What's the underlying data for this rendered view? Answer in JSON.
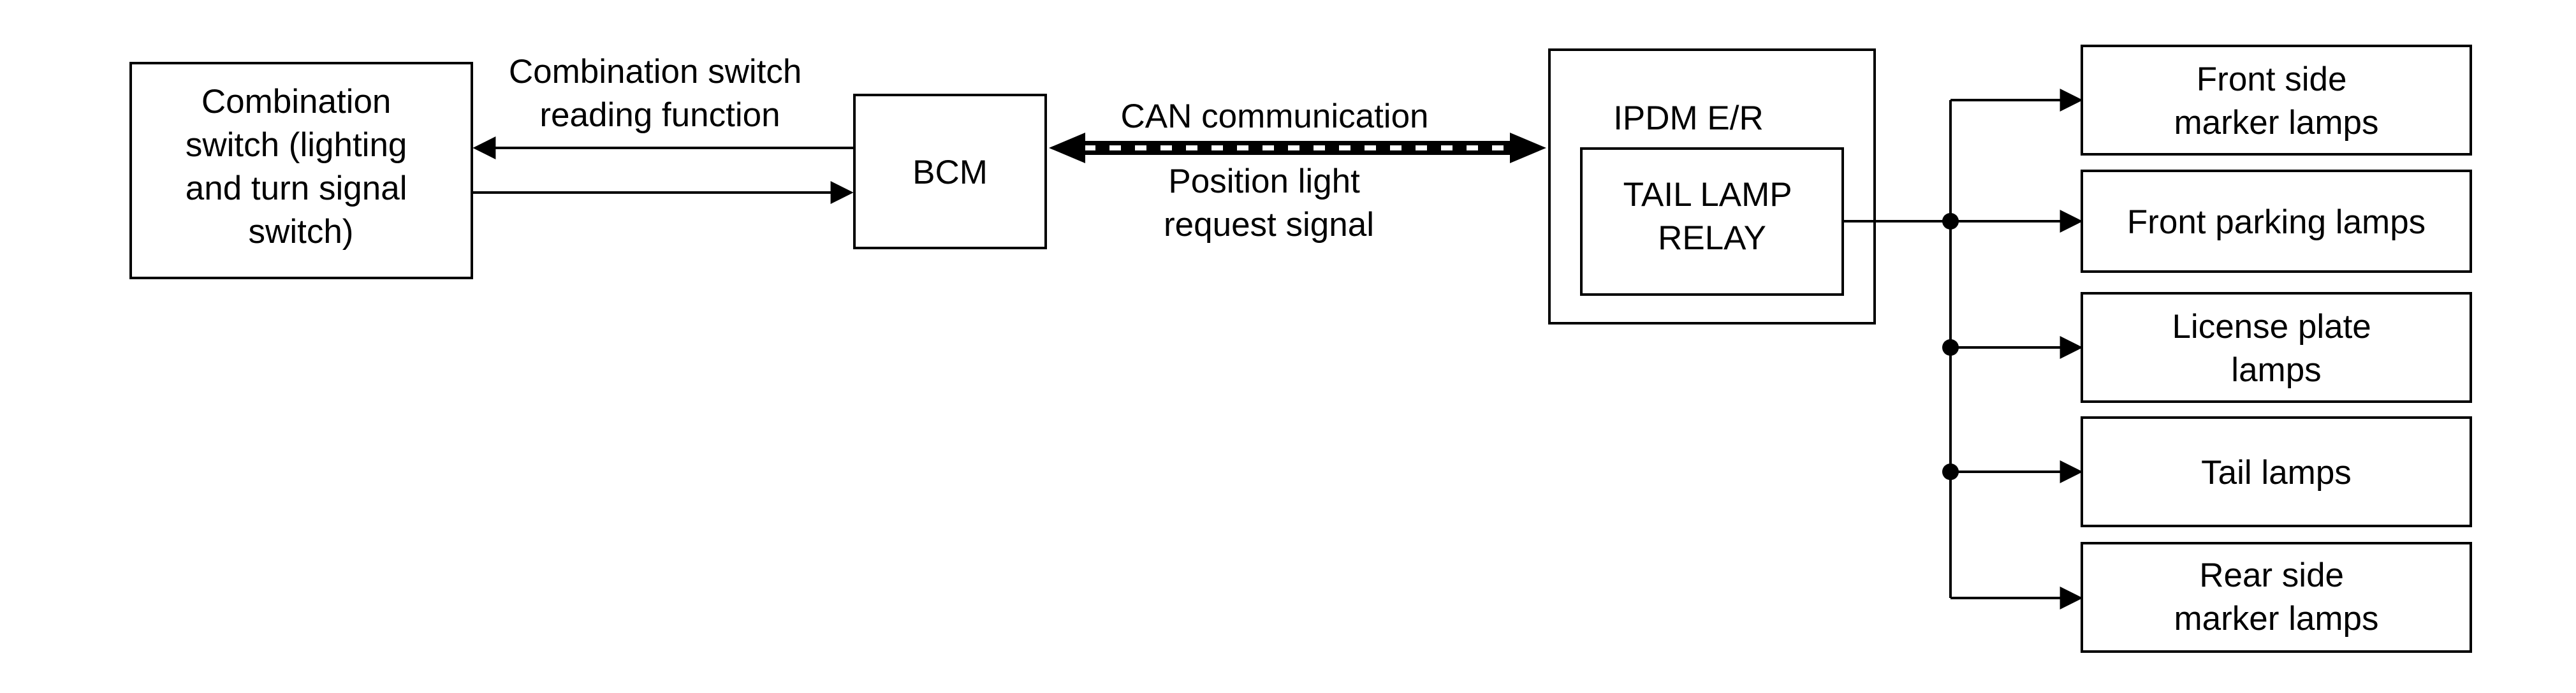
{
  "blocks": {
    "combination_switch": [
      "Combination",
      "switch (lighting",
      "and turn signal",
      "switch)"
    ],
    "bcm": "BCM",
    "ipdm": "IPDM E/R",
    "tail_lamp_relay": [
      "TAIL LAMP",
      "RELAY"
    ]
  },
  "signals": {
    "switch_reading": [
      "Combination switch",
      "reading function"
    ],
    "can": "CAN communication",
    "position_request": [
      "Position light",
      "request signal"
    ]
  },
  "outputs": [
    [
      "Front side",
      "marker lamps"
    ],
    [
      "Front parking lamps"
    ],
    [
      "License plate",
      "lamps"
    ],
    [
      "Tail lamps"
    ],
    [
      "Rear side",
      "marker lamps"
    ]
  ],
  "colors": {
    "line": "#000000",
    "background": "#ffffff",
    "can_bus_pattern": "black-white dashed"
  }
}
